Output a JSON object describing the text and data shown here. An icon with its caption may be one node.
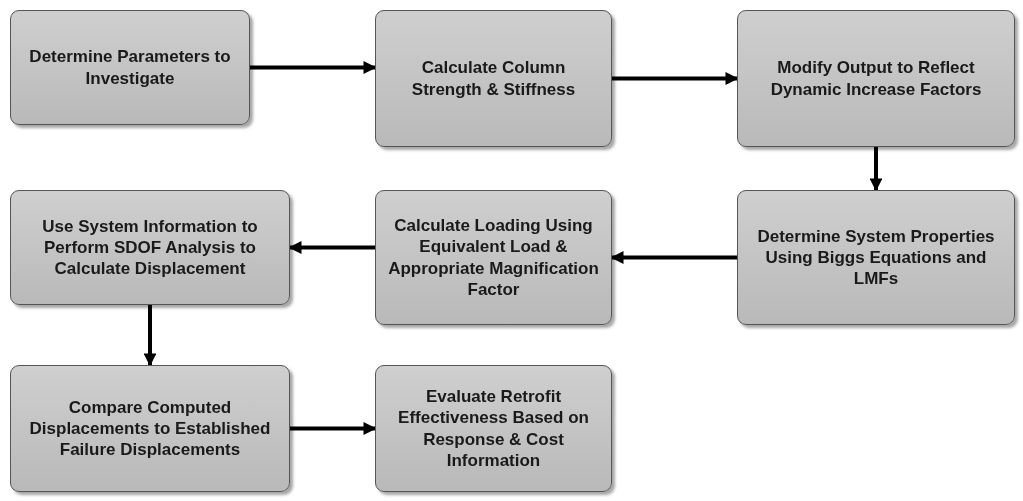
{
  "diagram": {
    "nodes": [
      {
        "text": [
          "Determine Parameters to Investigate"
        ]
      },
      {
        "text": [
          "Calculate Column Strength & Stiffness"
        ]
      },
      {
        "text": [
          "Modify Output to Reflect Dynamic Increase Factors"
        ]
      },
      {
        "text": [
          "Determine System Properties Using Biggs Equations and LMFs"
        ]
      },
      {
        "text": [
          "Calculate Loading Using Equivalent Load & Appropriate Magnification Factor"
        ]
      },
      {
        "text": [
          "Use System Information to Perform SDOF Analysis to Calculate Displacement"
        ]
      },
      {
        "text": [
          "Compare Computed Displacements to Established Failure Displacements"
        ]
      },
      {
        "text": [
          "Evaluate Retrofit Effectiveness Based on Response & Cost Information"
        ]
      }
    ],
    "edges": [
      {
        "from": 0,
        "to": 1,
        "arrow": "to"
      },
      {
        "from": 1,
        "to": 2,
        "arrow": "to"
      },
      {
        "from": 2,
        "to": 3,
        "arrow": "to"
      },
      {
        "from": 3,
        "to": 4,
        "arrow": "to"
      },
      {
        "from": 4,
        "to": 5,
        "arrow": "to"
      },
      {
        "from": 5,
        "to": 6,
        "arrow": "to"
      },
      {
        "from": 6,
        "to": 7,
        "arrow": "to"
      }
    ]
  }
}
